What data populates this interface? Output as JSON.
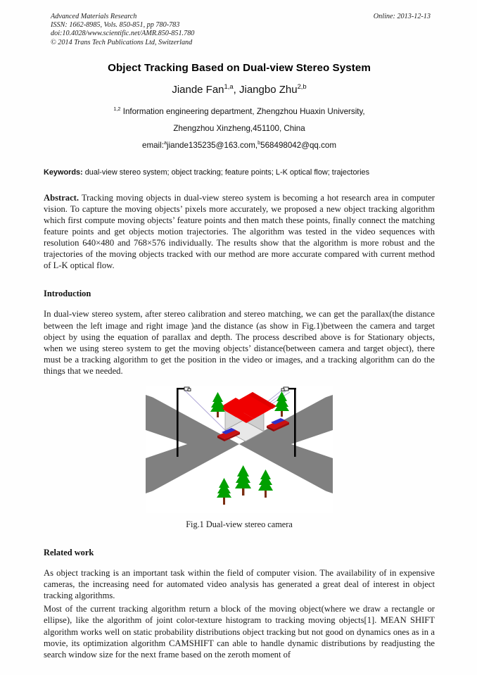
{
  "header": {
    "journal": "Advanced Materials Research",
    "issn_line": "ISSN: 1662-8985, Vols. 850-851, pp 780-783",
    "doi_line": "doi:10.4028/www.scientific.net/AMR.850-851.780",
    "copyright_line": "© 2014 Trans Tech Publications Ltd, Switzerland",
    "online_date": "Online: 2013-12-13"
  },
  "title": "Object Tracking Based on Dual-view Stereo System",
  "authors": {
    "name1": "Jiande Fan",
    "sup1": "1,a",
    "separator": ", ",
    "name2": "Jiangbo Zhu",
    "sup2": "2,b"
  },
  "affiliation": {
    "sup": "1,2",
    "line1": " Information engineering department, Zhengzhou Huaxin University,",
    "line2": "Zhengzhou Xinzheng,451100, China",
    "email_prefix": "email:",
    "email_sup_a": "a",
    "email_a": "jiande135235@163.com,",
    "email_sup_b": "b",
    "email_b": "568498042@qq.com"
  },
  "keywords": {
    "label": "Keywords:",
    "values": " dual-view stereo system; object tracking; feature points; L-K optical flow; trajectories"
  },
  "abstract": {
    "label": "Abstract.",
    "text": " Tracking moving objects in dual-view stereo system is becoming a hot research area in computer vision. To capture the moving objects’ pixels more accurately, we proposed a new object tracking algorithm which first compute moving objects’ feature points and then match these points, finally connect the matching feature points and get objects motion trajectories. The algorithm was tested in the video sequences with resolution 640×480 and 768×576 individually. The results show that the algorithm is more robust and the trajectories of the moving objects tracked with our method are more accurate compared with current method of L-K optical flow."
  },
  "sections": [
    {
      "heading": "Introduction",
      "paragraphs": [
        "In dual-view stereo system, after stereo calibration and stereo matching, we can get the parallax(the distance between the left image and right image )and the distance (as show in Fig.1)between the camera and target object by using the equation of parallax and depth. The process described above is for Stationary objects, when we using stereo system to get the moving objects’ distance(between camera and target object), there must be a tracking algorithm to get the position in the video or images, and a tracking algorithm can do the things that we needed."
      ]
    },
    {
      "heading": "Related work",
      "paragraphs": [
        "As object tracking is an important task within the field of computer vision. The availability of in expensive cameras, the increasing need for automated video analysis has generated a great deal of interest in object tracking algorithms.",
        "Most of the current tracking algorithm return a block of the moving object(where we draw a rectangle or ellipse), like the algorithm of joint color-texture histogram to tracking moving objects[1]. MEAN SHIFT algorithm works well on static probability distributions object tracking but not good on dynamics ones as in a movie, its optimization algorithm CAMSHIFT can able to handle dynamic distributions by readjusting the search window size for the next frame based on the zeroth moment of"
      ]
    }
  ],
  "figure": {
    "caption": "Fig.1 Dual-view stereo camera",
    "alt_name": "dual-view-stereo-camera-scene",
    "colors": {
      "road": "#808080",
      "ground": "#ffffff",
      "roof": "#f00000",
      "wall": "#d9d9d9",
      "tree": "#00a000",
      "trunk": "#7a2e12",
      "pole": "#000000",
      "car_body": "#cc1111",
      "car_window": "#3030c8",
      "sight_line": "#b0a8d8"
    }
  }
}
